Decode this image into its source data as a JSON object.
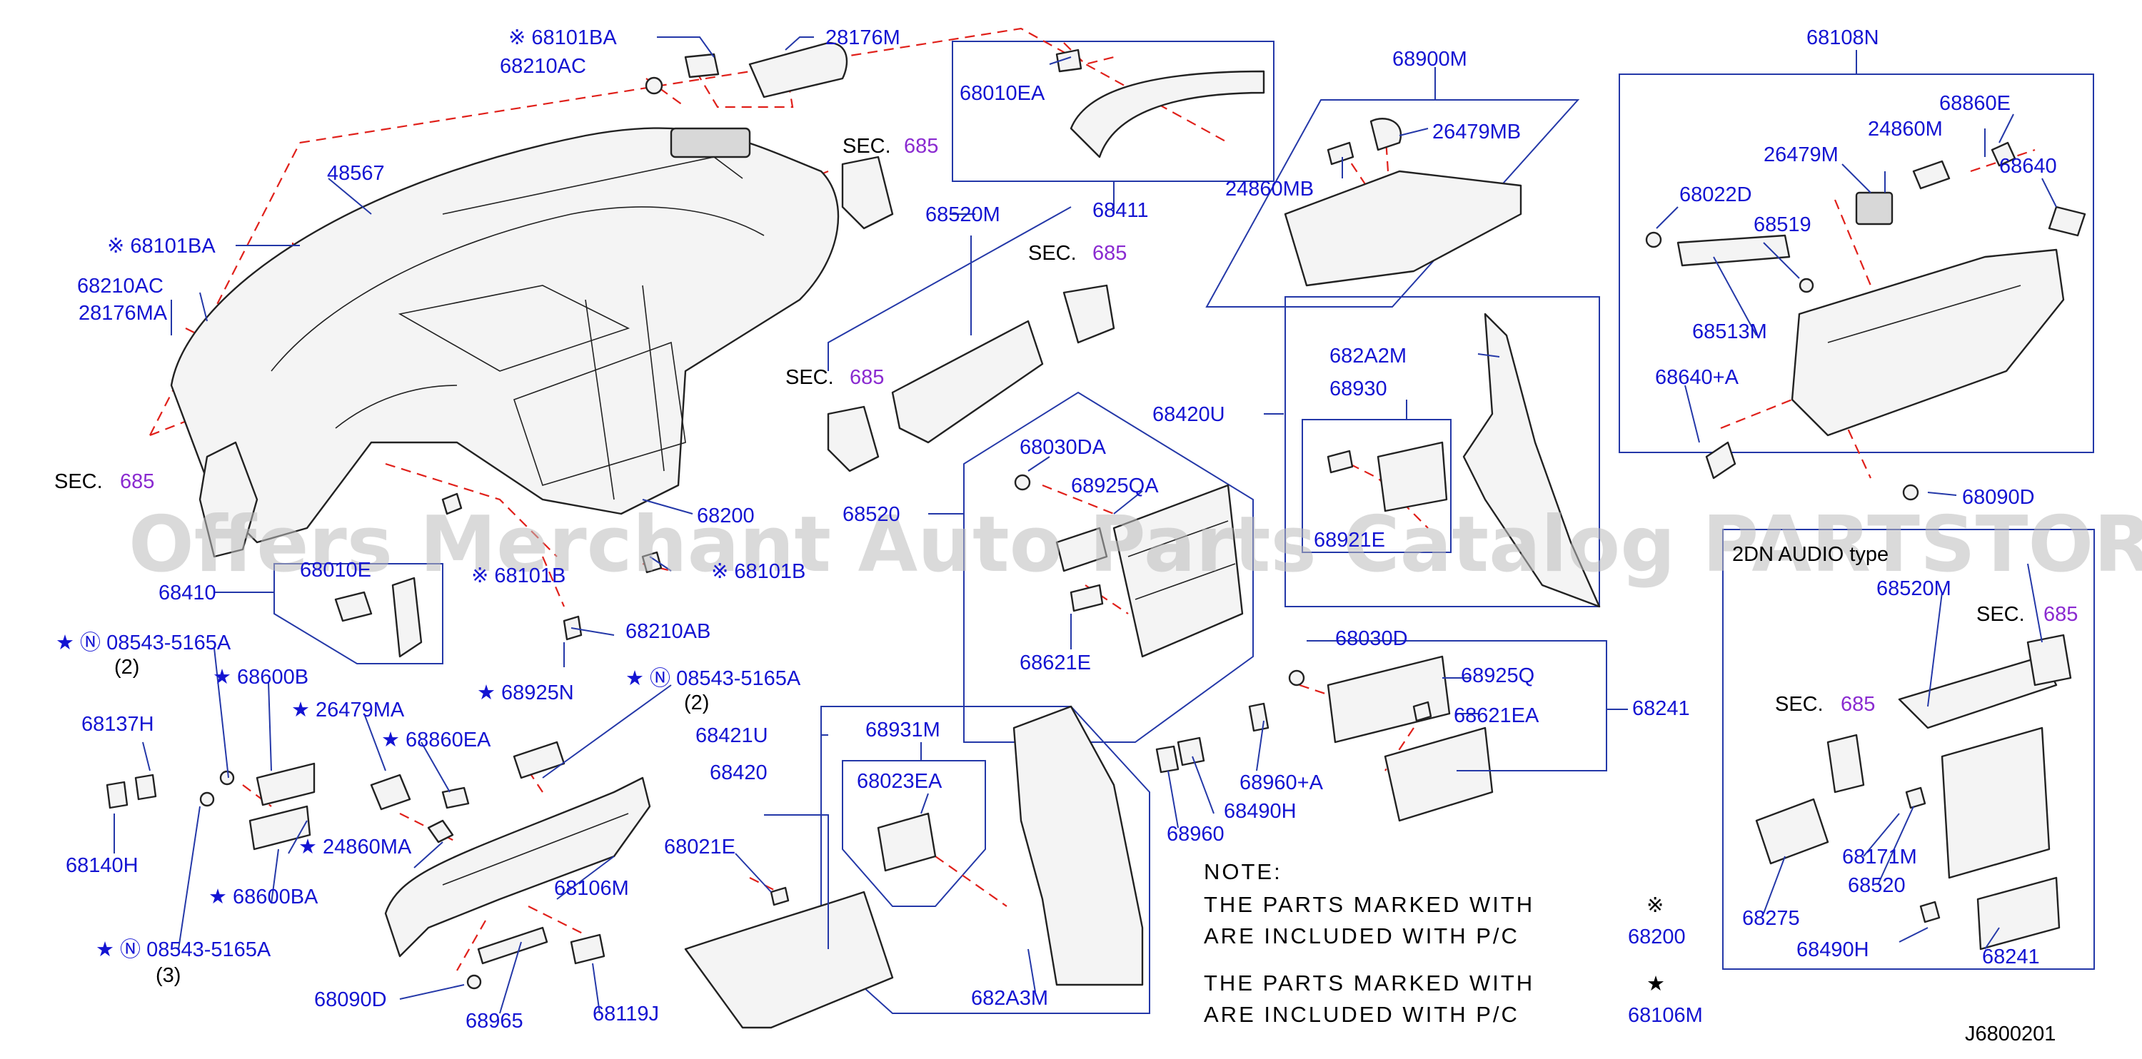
{
  "diagram_id": "J6800201",
  "watermark": "Offers Merchant Auto Parts Catalog PARTSTORE.SA",
  "section_ref": {
    "prefix": "SEC.",
    "number": "685"
  },
  "box_2dn_title": "2DN AUDIO type",
  "labels": {
    "p68101BA_top": "※ 68101BA",
    "p28176M": "28176M",
    "p68210AC_top": "68210AC",
    "p68010EA": "68010EA",
    "p68411": "68411",
    "p68900M": "68900M",
    "p26479MB": "26479MB",
    "p24860MB": "24860MB",
    "p68108N": "68108N",
    "p68860E": "68860E",
    "p24860M": "24860M",
    "p26479M": "26479M",
    "p68640": "68640",
    "p68022D": "68022D",
    "p68519": "68519",
    "p68513M": "68513M",
    "p68640A": "68640+A",
    "p68090D_r": "68090D",
    "p48567": "48567",
    "p68101BA_left": "※ 68101BA",
    "p68210AC_left": "68210AC",
    "p28176MA": "28176MA",
    "p68520M": "68520M",
    "p682A2M": "682A2M",
    "p68930": "68930",
    "p68420U": "68420U",
    "p68921E": "68921E",
    "p68030DA": "68030DA",
    "p68925QA": "68925QA",
    "p68520": "68520",
    "p68621E": "68621E",
    "p68200": "68200",
    "p68410": "68410",
    "p68010E": "68010E",
    "p68101B_a": "※ 68101B",
    "p68101B_b": "※ 68101B",
    "p68210AB": "68210AB",
    "p08543_1": "★ Ⓝ 08543-5165A",
    "p08543_1q": "(2)",
    "p68600B": "★ 68600B",
    "p68137H": "68137H",
    "p26479MA": "★ 26479MA",
    "p68925N": "★ 68925N",
    "p08543_2": "★ Ⓝ 08543-5165A",
    "p08543_2q": "(2)",
    "p68860EA": "★ 68860EA",
    "p68140H": "68140H",
    "p24860MA": "★ 24860MA",
    "p68106M": "68106M",
    "p68600BA": "★ 68600BA",
    "p08543_3": "★ Ⓝ 08543-5165A",
    "p08543_3q": "(3)",
    "p68090D_l": "68090D",
    "p68965": "68965",
    "p68119J": "68119J",
    "p68421U": "68421U",
    "p68420": "68420",
    "p68021E": "68021E",
    "p68931M": "68931M",
    "p68023EA": "68023EA",
    "p682A3M": "682A3M",
    "p68030D": "68030D",
    "p68925Q": "68925Q",
    "p68621EA": "68621EA",
    "p68241": "68241",
    "p68960A": "68960+A",
    "p68490H": "68490H",
    "p68960": "68960",
    "b2_68520M": "68520M",
    "b2_68171M": "68171M",
    "b2_68275": "68275",
    "b2_68520": "68520",
    "b2_68490H": "68490H",
    "b2_68241": "68241"
  },
  "note": {
    "title": "NOTE:",
    "line1": "THE PARTS MARKED WITH",
    "line2": "ARE INCLUDED WITH P/C",
    "symbol1": "※",
    "ref1": "68200",
    "line3": "THE PARTS MARKED WITH",
    "line4": "ARE INCLUDED WITH P/C",
    "symbol2": "★",
    "ref2": "68106M"
  }
}
